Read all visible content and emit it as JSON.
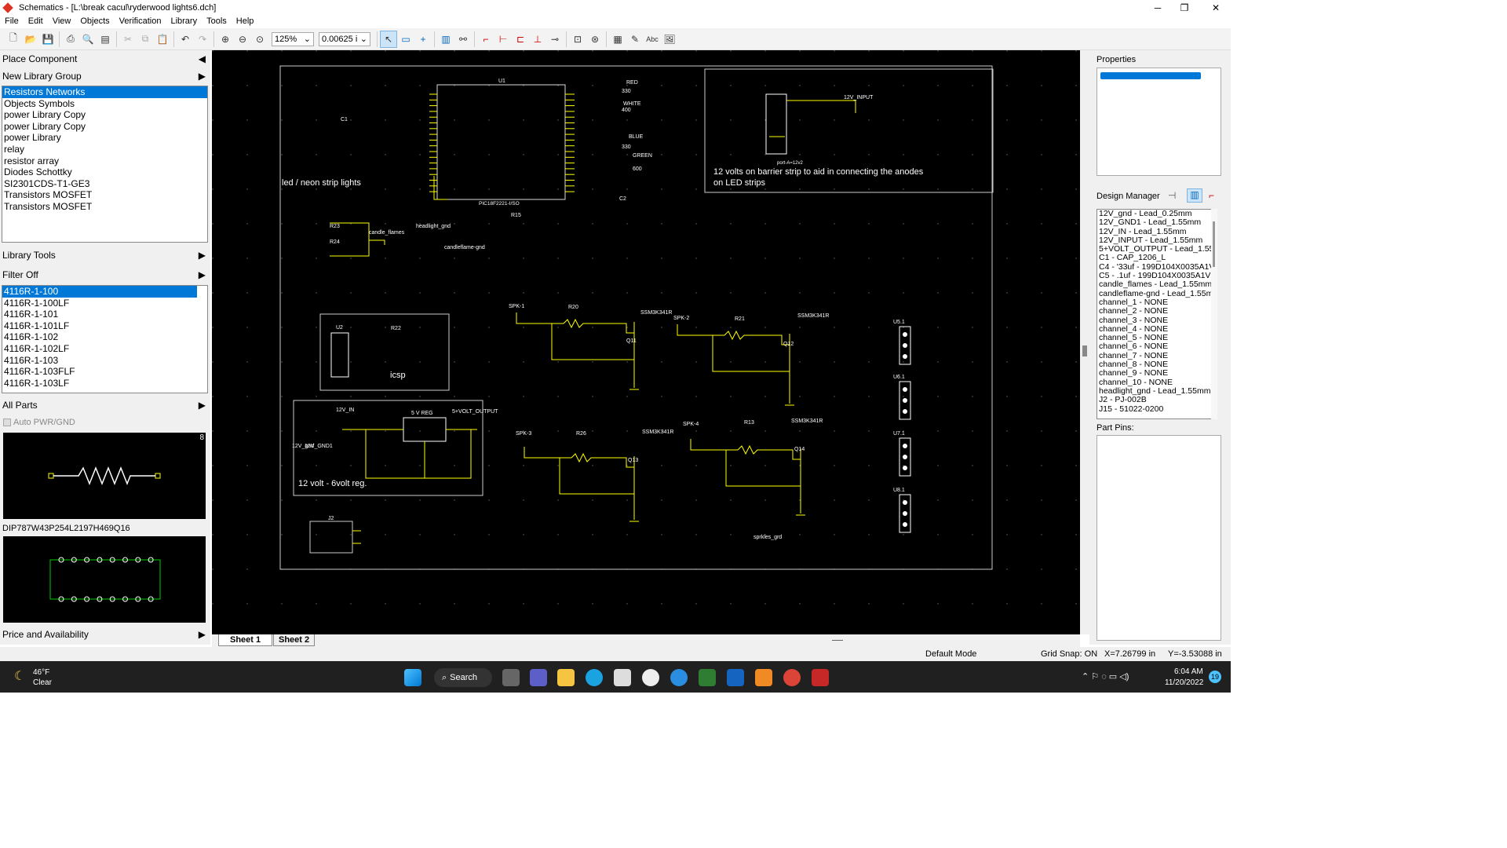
{
  "window": {
    "title": "Schematics - [L:\\break cacul\\ryderwood lights6.dch]"
  },
  "menu": [
    "File",
    "Edit",
    "View",
    "Objects",
    "Verification",
    "Library",
    "Tools",
    "Help"
  ],
  "toolbar": {
    "zoom": "125%",
    "grid": "0.00625 i"
  },
  "left": {
    "place_component": "Place Component",
    "new_library_group": "New Library Group",
    "libraries": [
      "Resistors Networks",
      "Objects Symbols",
      "power Library Copy",
      "power Library Copy",
      "power Library",
      "relay",
      "resistor array",
      "Diodes Schottky",
      "SI2301CDS-T1-GE3",
      "Transistors MOSFET",
      "Transistors MOSFET"
    ],
    "library_tools": "Library Tools",
    "filter": "Filter Off",
    "parts": [
      "4116R-1-100",
      "4116R-1-100LF",
      "4116R-1-101",
      "4116R-1-101LF",
      "4116R-1-102",
      "4116R-1-102LF",
      "4116R-1-103",
      "4116R-1-103FLF",
      "4116R-1-103LF"
    ],
    "all_parts": "All Parts",
    "auto_pwr": "Auto PWR/GND",
    "preview_count": "8",
    "footprint_name": "DIP787W43P254L2197H469Q16",
    "price": "Price and Availability"
  },
  "right": {
    "properties": "Properties",
    "design_manager": "Design Manager",
    "nets": [
      "12V_gnd - Lead_0.25mm",
      "12V_GND1 - Lead_1.55mm",
      "12V_IN - Lead_1.55mm",
      "12V_INPUT - Lead_1.55mm",
      "5+VOLT_OUTPUT - Lead_1.55",
      "C1 - CAP_1206_L",
      "C4 - '33uf - 199D104X0035A1V",
      "C5 - .1uf - 199D104X0035A1V",
      "candle_flames - Lead_1.55mm",
      "candleflame-gnd - Lead_1.55mm",
      "channel_1 - NONE",
      "channel_2 - NONE",
      "channel_3 - NONE",
      "channel_4 - NONE",
      "channel_5 - NONE",
      "channel_6 - NONE",
      "channel_7 - NONE",
      "channel_8 - NONE",
      "channel_9 - NONE",
      "channel_10 - NONE",
      "headlight_gnd - Lead_1.55mm",
      "J2 - PJ-002B",
      "J15 - 51022-0200"
    ],
    "part_pins": "Part Pins:"
  },
  "sheets": [
    "Sheet 1",
    "Sheet 2"
  ],
  "status": {
    "mode": "Default Mode",
    "snap": "Grid Snap: ON",
    "x": "X=7.26799 in",
    "y": "Y=-3.53088 in"
  },
  "taskbar": {
    "weather_temp": "46°F",
    "weather_desc": "Clear",
    "search": "Search",
    "time": "6:04 AM",
    "date": "11/20/2022",
    "notif": "19"
  },
  "schematic": {
    "u1_label": "U1",
    "u1_part": "PIC18F2221-I/SO",
    "note1": "led / neon strip lights",
    "note2": "12 volts on barrier strip to aid in connecting the anodes",
    "note3": "on LED strips",
    "note4": "12 volt - 6volt reg.",
    "icsp": "icsp",
    "u2": "U2",
    "reg": "5 V REG",
    "input": "12V_INPUT",
    "port": "port-A=12v2",
    "labels": [
      "RED",
      "WHITE",
      "BLUE",
      "GREEN",
      "330",
      "400",
      "330",
      "600",
      "C1",
      "C2",
      "R15",
      "R20",
      "R21",
      "R22",
      "R23",
      "R24",
      "R13",
      "R26",
      "SPK-1",
      "SPK-2",
      "SPK-3",
      "SPK-4",
      "SSM3K341R",
      "SSM3K341R",
      "SSM3K341R",
      "SSM3K341R",
      "Q11",
      "Q12",
      "Q13",
      "Q14",
      "U5.1",
      "U6.1",
      "U7.1",
      "U8.1",
      "J2",
      "12V_IN",
      "5+VOLT_OUTPUT",
      "12V_gnd",
      "12V_GND1",
      "headlight_gnd",
      "candleflame-gnd",
      "candle_flames",
      "sprkles_grd"
    ]
  }
}
